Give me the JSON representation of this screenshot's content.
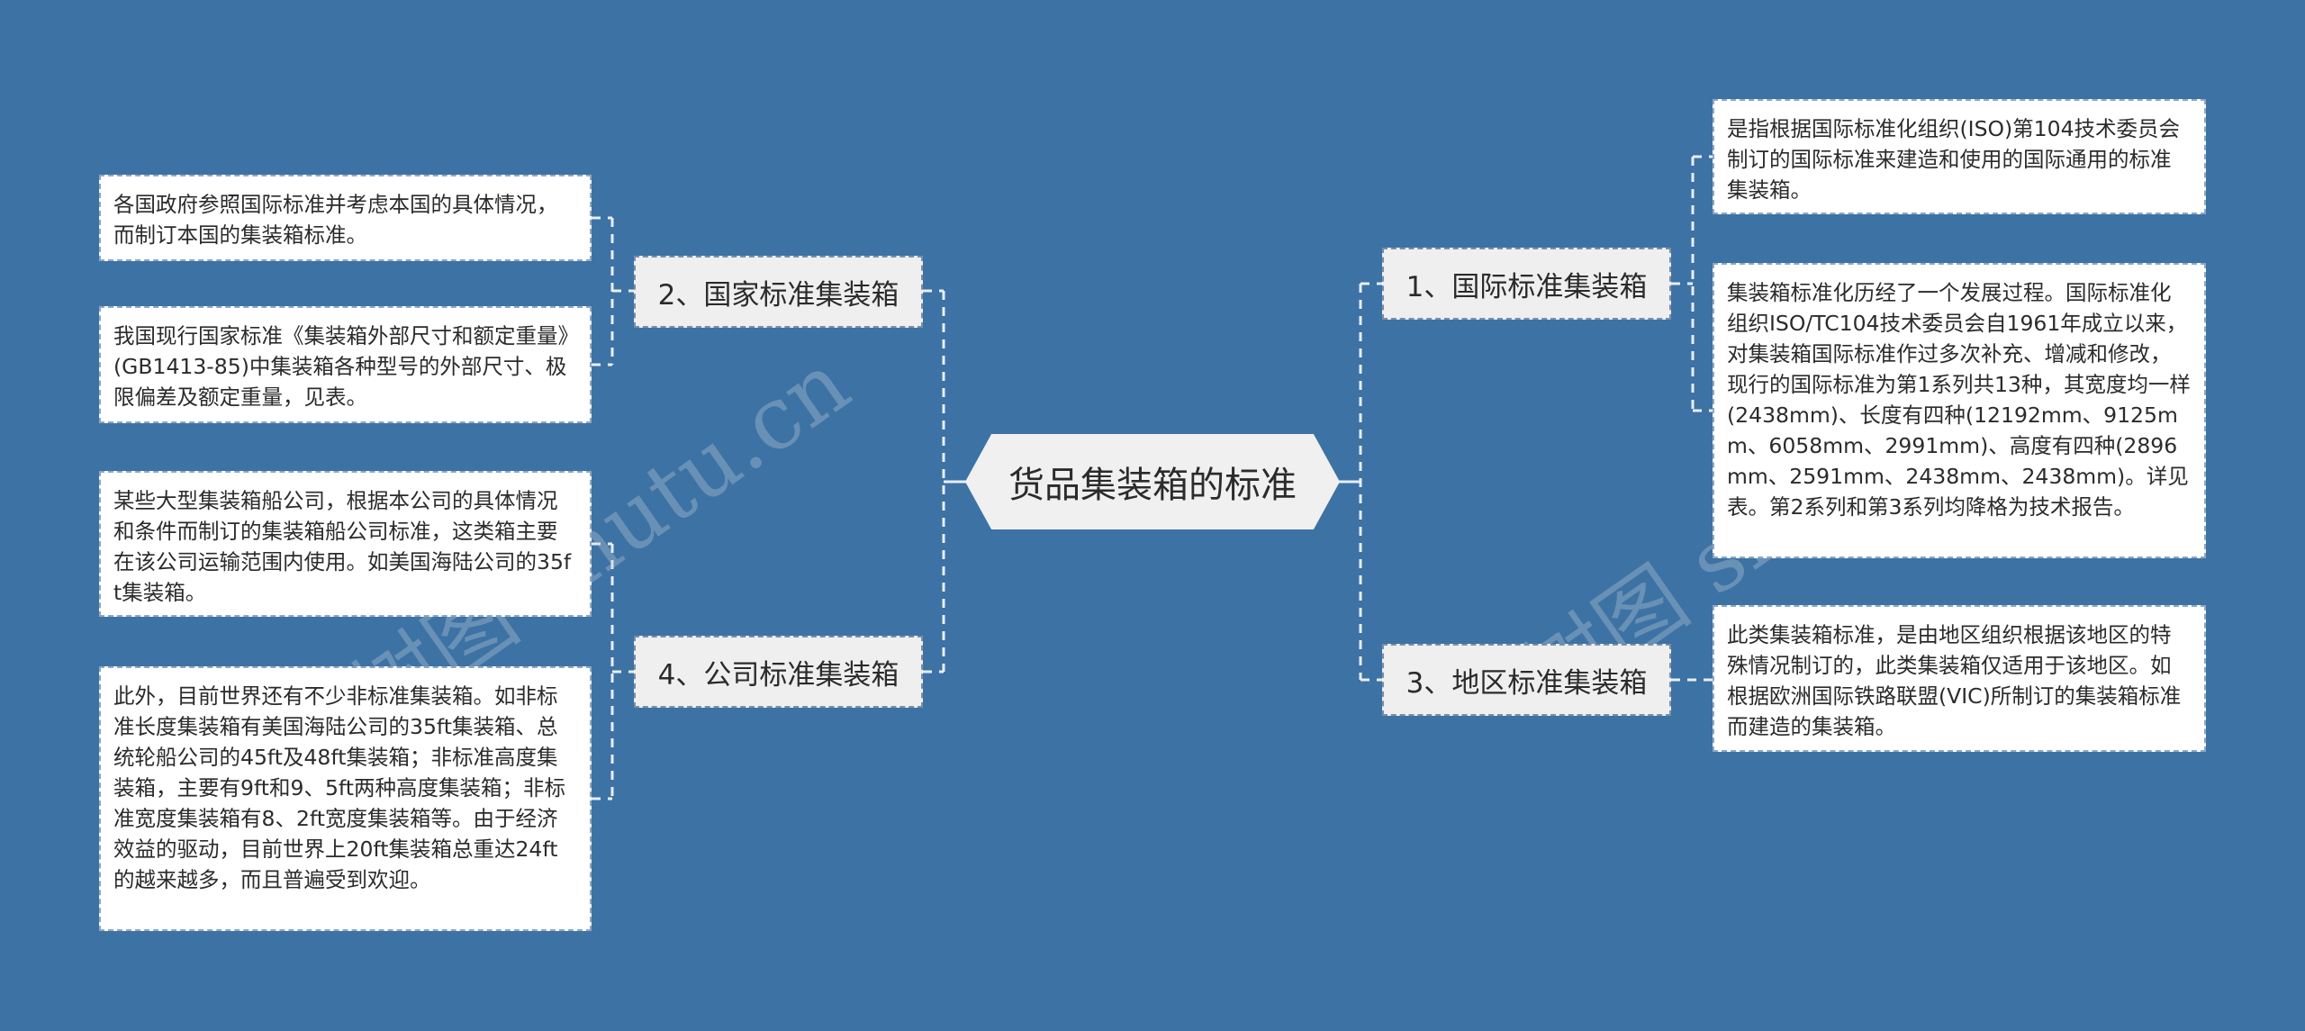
{
  "root": {
    "label": "货品集装箱的标准"
  },
  "topics": [
    {
      "id": "topic-1",
      "label": "1、国际标准集装箱",
      "side": "right",
      "children": [
        "是指根据国际标准化组织(ISO)第104技术委员会制订的国际标准来建造和使用的国际通用的标准集装箱。",
        "集装箱标准化历经了一个发展过程。国际标准化组织ISO/TC104技术委员会自1961年成立以来，对集装箱国际标准作过多次补充、增减和修改，现行的国际标准为第1系列共13种，其宽度均一样(2438mm)、长度有四种(12192mm、9125mm、6058mm、2991mm)、高度有四种(2896mm、2591mm、2438mm、2438mm)。详见表。第2系列和第3系列均降格为技术报告。"
      ]
    },
    {
      "id": "topic-2",
      "label": "2、国家标准集装箱",
      "side": "left",
      "children": [
        "各国政府参照国际标准并考虑本国的具体情况，而制订本国的集装箱标准。",
        "我国现行国家标准《集装箱外部尺寸和额定重量》(GB1413-85)中集装箱各种型号的外部尺寸、极限偏差及额定重量，见表。"
      ]
    },
    {
      "id": "topic-3",
      "label": "3、地区标准集装箱",
      "side": "right",
      "children": [
        "此类集装箱标准，是由地区组织根据该地区的特殊情况制订的，此类集装箱仅适用于该地区。如根据欧洲国际铁路联盟(VIC)所制订的集装箱标准而建造的集装箱。"
      ]
    },
    {
      "id": "topic-4",
      "label": "4、公司标准集装箱",
      "side": "left",
      "children": [
        "某些大型集装箱船公司，根据本公司的具体情况和条件而制订的集装箱船公司标准，这类箱主要在该公司运输范围内使用。如美国海陆公司的35ft集装箱。",
        "此外，目前世界还有不少非标准集装箱。如非标准长度集装箱有美国海陆公司的35ft集装箱、总统轮船公司的45ft及48ft集装箱；非标准高度集装箱，主要有9ft和9、5ft两种高度集装箱；非标准宽度集装箱有8、2ft宽度集装箱等。由于经济效益的驱动，目前世界上20ft集装箱总重达24ft的越来越多，而且普遍受到欢迎。"
      ]
    }
  ],
  "watermark": {
    "text_left": "树图 shutu.cn",
    "text_right": "树图 shutu.cn"
  },
  "colors": {
    "background": "#3d72a4",
    "root_fill": "#f0f0f0",
    "topic_fill": "#efefef",
    "leaf_fill": "#ffffff",
    "connector": "#e8eef5"
  }
}
